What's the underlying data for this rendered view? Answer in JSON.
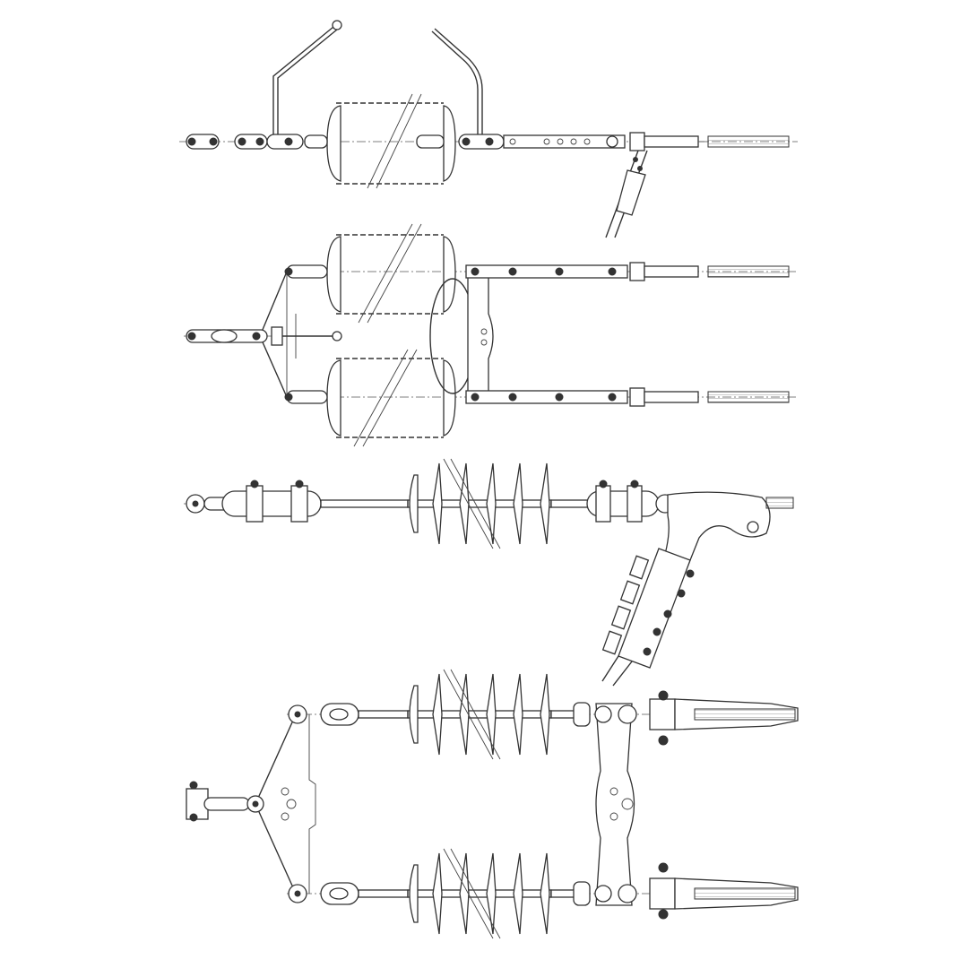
{
  "figure": {
    "type": "technical line drawing",
    "line_color": "#333333",
    "background": "#ffffff",
    "assemblies": [
      {
        "kind": "single-string-porcelain-tension",
        "insulator": "porcelain-long-rod",
        "arcing_horns": true,
        "jumper": true
      },
      {
        "kind": "double-string-porcelain-tension",
        "insulator": "porcelain-long-rod",
        "grading_ring": true
      },
      {
        "kind": "single-string-composite-tension",
        "insulator": "composite",
        "jumper_clamp": true
      },
      {
        "kind": "double-string-composite-tension",
        "insulator": "composite",
        "yoke_plates": true
      }
    ]
  }
}
